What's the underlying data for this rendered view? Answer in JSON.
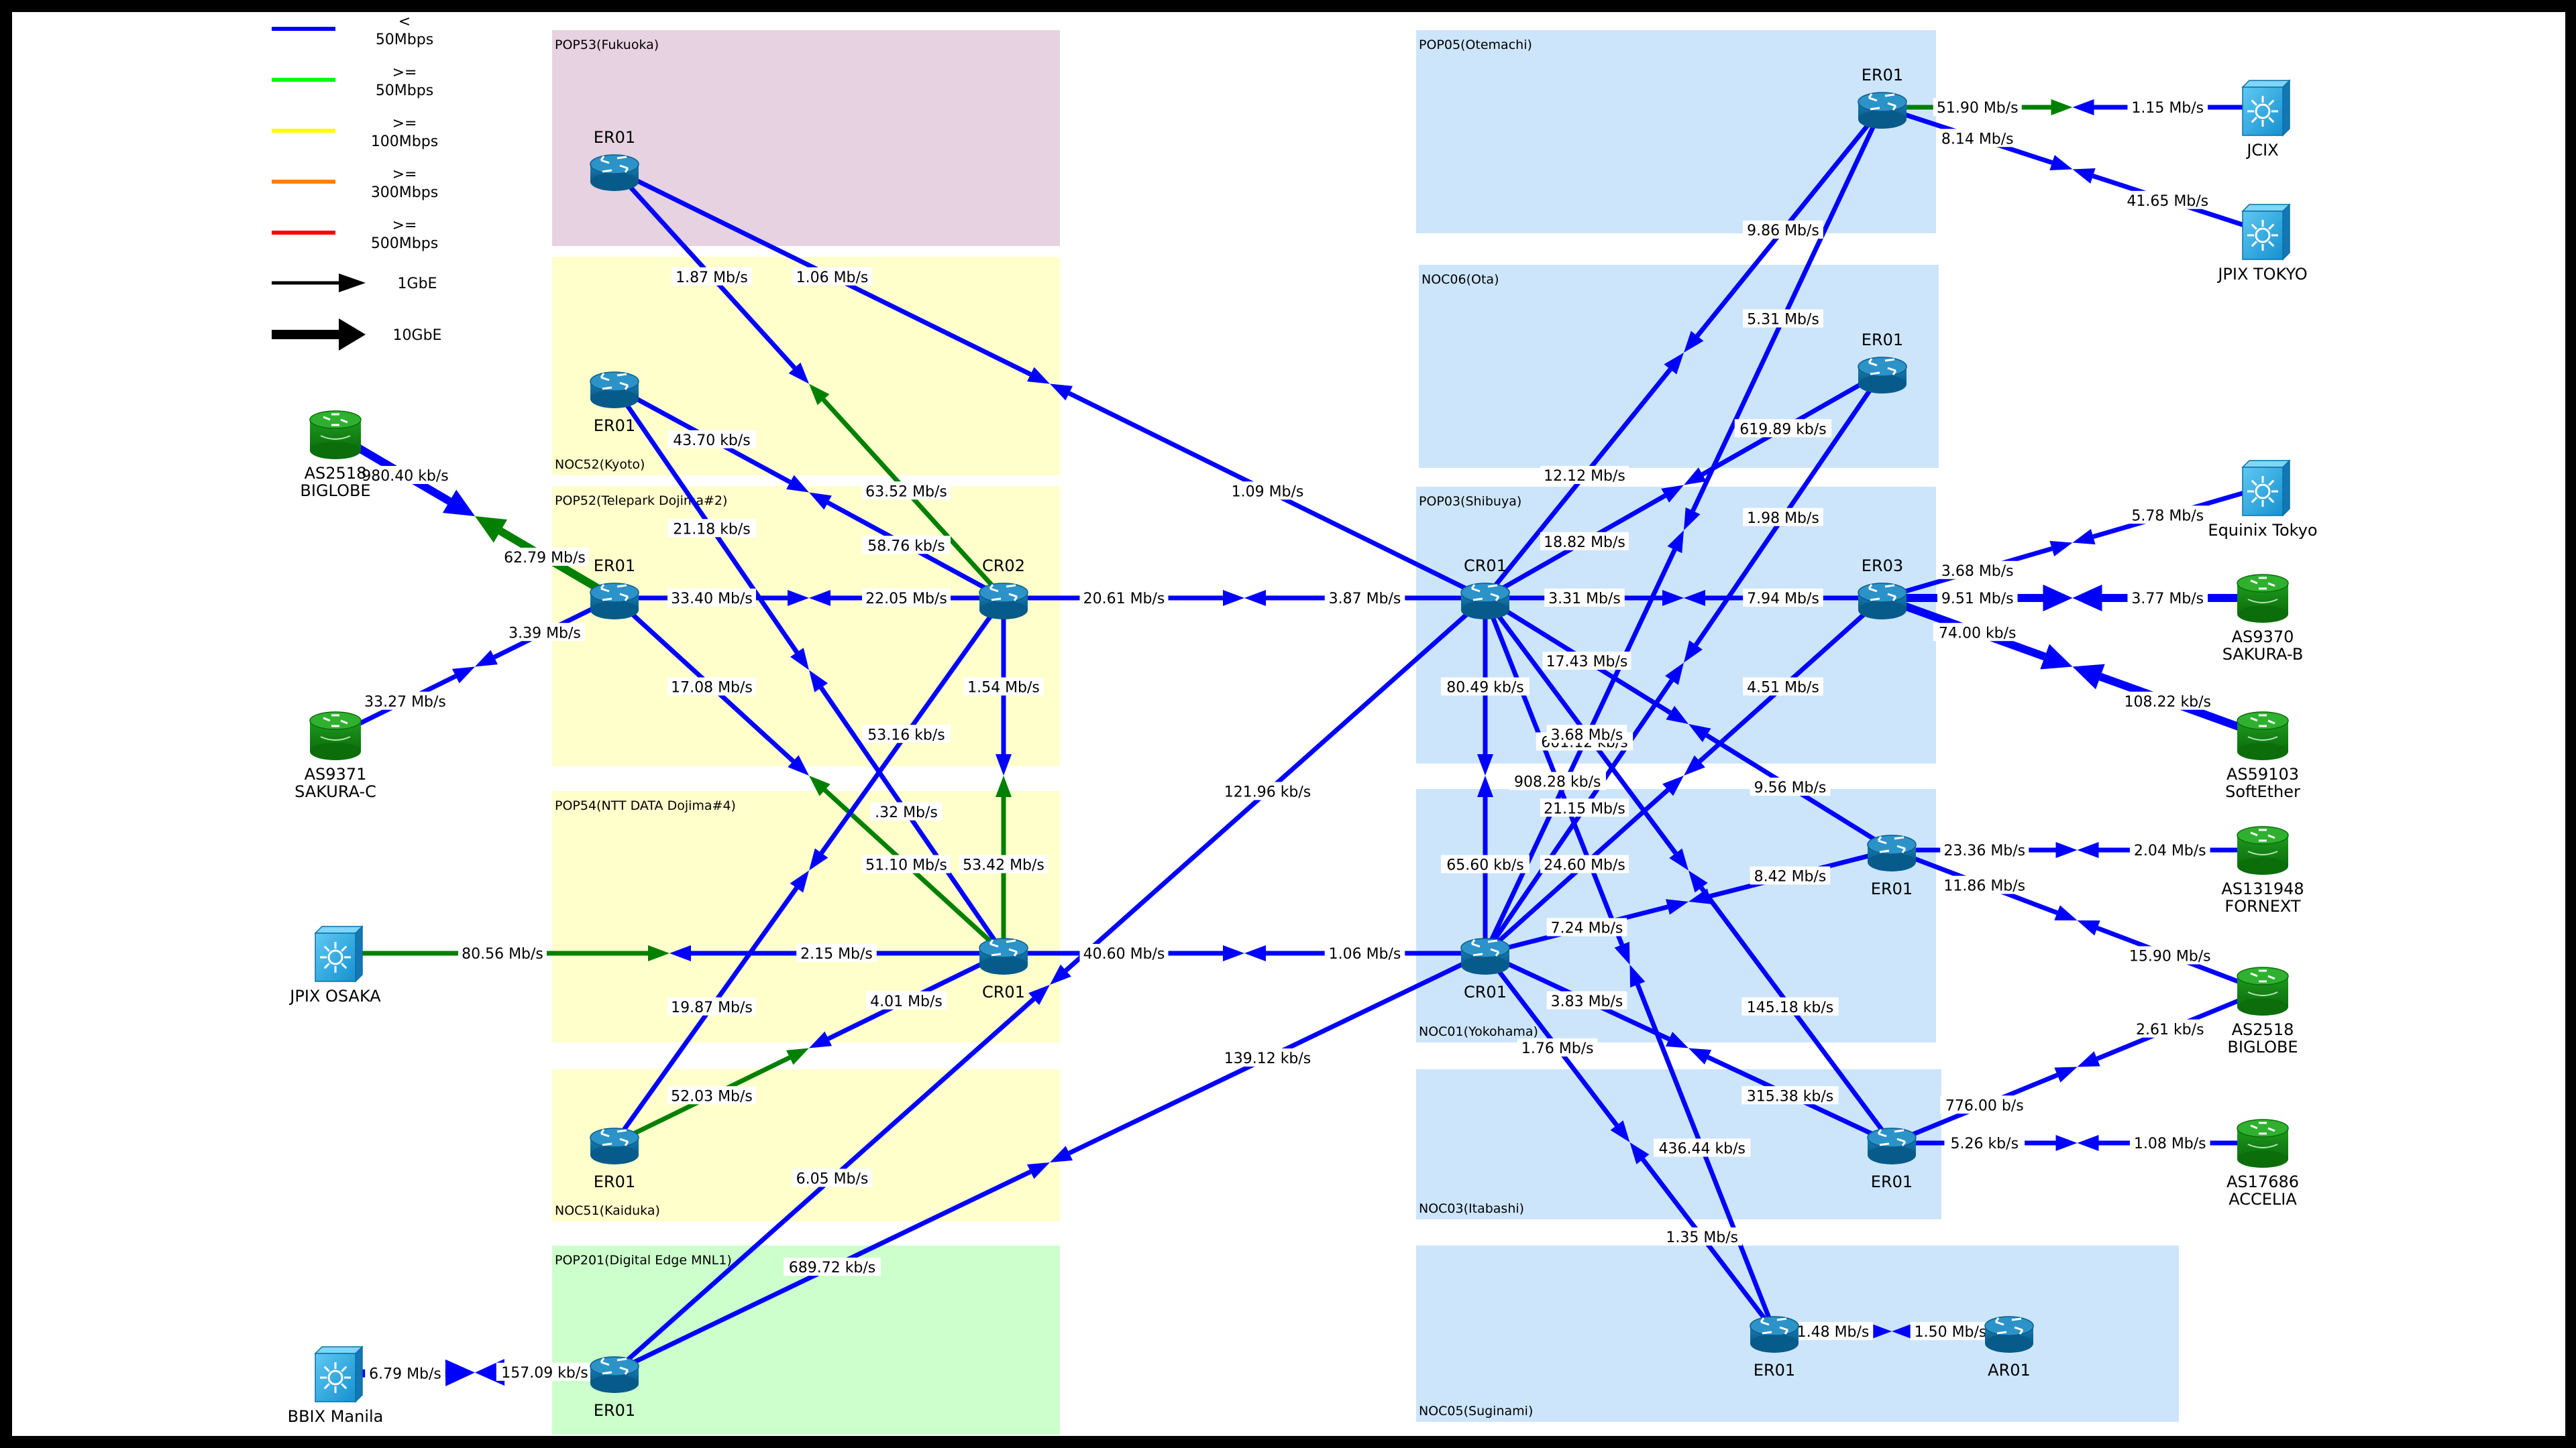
{
  "legend": {
    "items": [
      {
        "color": "#0000ff",
        "lines": [
          "<",
          "50Mbps"
        ]
      },
      {
        "color": "#00ff00",
        "lines": [
          ">=",
          "50Mbps"
        ]
      },
      {
        "color": "#ffff00",
        "lines": [
          ">=",
          "100Mbps"
        ]
      },
      {
        "color": "#ff8000",
        "lines": [
          ">=",
          "300Mbps"
        ]
      },
      {
        "color": "#ff0000",
        "lines": [
          ">=",
          "500Mbps"
        ]
      }
    ],
    "speed_items": [
      {
        "label": "1GbE"
      },
      {
        "label": "10GbE"
      }
    ]
  },
  "zones": [
    {
      "id": "pop53",
      "label": "POP53(Fukuoka)",
      "color": "#e6d2e0"
    },
    {
      "id": "noc52",
      "label": "NOC52(Kyoto)",
      "color": "#ffffcc"
    },
    {
      "id": "pop52",
      "label": "POP52(Telepark Dojima#2)",
      "color": "#ffffcc"
    },
    {
      "id": "pop54",
      "label": "POP54(NTT DATA Dojima#4)",
      "color": "#ffffcc"
    },
    {
      "id": "noc51",
      "label": "NOC51(Kaiduka)",
      "color": "#ffffcc"
    },
    {
      "id": "pop201",
      "label": "POP201(Digital Edge MNL1)",
      "color": "#ccffcc"
    },
    {
      "id": "pop05",
      "label": "POP05(Otemachi)",
      "color": "#cce5fb"
    },
    {
      "id": "noc06",
      "label": "NOC06(Ota)",
      "color": "#cce5fb"
    },
    {
      "id": "pop03",
      "label": "POP03(Shibuya)",
      "color": "#cce5fb"
    },
    {
      "id": "noc01",
      "label": "NOC01(Yokohama)",
      "color": "#cce5fb"
    },
    {
      "id": "noc03",
      "label": "NOC03(Itabashi)",
      "color": "#cce5fb"
    },
    {
      "id": "noc05",
      "label": "NOC05(Suginami)",
      "color": "#cce5fb"
    }
  ],
  "nodes": [
    {
      "id": "fuk_er01",
      "kind": "router",
      "label": [
        "ER01"
      ],
      "label_pos": "top"
    },
    {
      "id": "kyo_er01",
      "kind": "router",
      "label": [
        "ER01"
      ],
      "label_pos": "bottom"
    },
    {
      "id": "dj2_er01",
      "kind": "router",
      "label": [
        "ER01"
      ],
      "label_pos": "top"
    },
    {
      "id": "dj2_cr02",
      "kind": "router",
      "label": [
        "CR02"
      ],
      "label_pos": "top"
    },
    {
      "id": "dj4_cr01",
      "kind": "router",
      "label": [
        "CR01"
      ],
      "label_pos": "bottom"
    },
    {
      "id": "kai_er01",
      "kind": "router",
      "label": [
        "ER01"
      ],
      "label_pos": "bottom"
    },
    {
      "id": "mnl_er01",
      "kind": "router",
      "label": [
        "ER01"
      ],
      "label_pos": "bottom"
    },
    {
      "id": "as2518w",
      "kind": "cloud",
      "label": [
        "AS2518",
        "BIGLOBE"
      ],
      "label_pos": "bottom"
    },
    {
      "id": "as9371",
      "kind": "cloud",
      "label": [
        "AS9371",
        "SAKURA-C"
      ],
      "label_pos": "bottom"
    },
    {
      "id": "jpix_osaka",
      "kind": "switch",
      "label": [
        "JPIX OSAKA"
      ],
      "label_pos": "bottom"
    },
    {
      "id": "bbix",
      "kind": "switch",
      "label": [
        "BBIX Manila"
      ],
      "label_pos": "bottom"
    },
    {
      "id": "ote_er01",
      "kind": "router",
      "label": [
        "ER01"
      ],
      "label_pos": "top"
    },
    {
      "id": "ota_er01",
      "kind": "router",
      "label": [
        "ER01"
      ],
      "label_pos": "top"
    },
    {
      "id": "shi_cr01",
      "kind": "router",
      "label": [
        "CR01"
      ],
      "label_pos": "top"
    },
    {
      "id": "shi_er03",
      "kind": "router",
      "label": [
        "ER03"
      ],
      "label_pos": "top"
    },
    {
      "id": "yok_cr01",
      "kind": "router",
      "label": [
        "CR01"
      ],
      "label_pos": "bottom"
    },
    {
      "id": "yok_er01",
      "kind": "router",
      "label": [
        "ER01"
      ],
      "label_pos": "bottom"
    },
    {
      "id": "ita_er01",
      "kind": "router",
      "label": [
        "ER01"
      ],
      "label_pos": "bottom"
    },
    {
      "id": "sug_er01",
      "kind": "router",
      "label": [
        "ER01"
      ],
      "label_pos": "bottom"
    },
    {
      "id": "sug_ar01",
      "kind": "router",
      "label": [
        "AR01"
      ],
      "label_pos": "bottom"
    },
    {
      "id": "jcix",
      "kind": "switch",
      "label": [
        "JCIX"
      ],
      "label_pos": "bottom"
    },
    {
      "id": "jpix_tokyo",
      "kind": "switch",
      "label": [
        "JPIX TOKYO"
      ],
      "label_pos": "bottom"
    },
    {
      "id": "equinix",
      "kind": "switch",
      "label": [
        "Equinix Tokyo"
      ],
      "label_pos": "bottom"
    },
    {
      "id": "as9370",
      "kind": "cloud",
      "label": [
        "AS9370",
        "SAKURA-B"
      ],
      "label_pos": "bottom"
    },
    {
      "id": "as59103",
      "kind": "cloud",
      "label": [
        "AS59103",
        "SoftEther"
      ],
      "label_pos": "bottom"
    },
    {
      "id": "as131948",
      "kind": "cloud",
      "label": [
        "AS131948",
        "FORNEXT"
      ],
      "label_pos": "bottom"
    },
    {
      "id": "as2518e",
      "kind": "cloud",
      "label": [
        "AS2518",
        "BIGLOBE"
      ],
      "label_pos": "bottom"
    },
    {
      "id": "as17686",
      "kind": "cloud",
      "label": [
        "AS17686",
        "ACCELIA"
      ],
      "label_pos": "bottom"
    }
  ],
  "links": [
    {
      "a": "fuk_er01",
      "b": "dj2_cr02",
      "out": "1.87 Mb/s",
      "in": "63.52 Mb/s",
      "out_color": "#0000ff",
      "in_color": "#008000",
      "speed": "1GbE"
    },
    {
      "a": "fuk_er01",
      "b": "shi_cr01",
      "out": "1.06 Mb/s",
      "in": "1.09 Mb/s",
      "out_color": "#0000ff",
      "in_color": "#0000ff",
      "speed": "1GbE"
    },
    {
      "a": "kyo_er01",
      "b": "dj2_cr02",
      "out": "43.70 kb/s",
      "in": "58.76 kb/s",
      "out_color": "#0000ff",
      "in_color": "#0000ff",
      "speed": "1GbE"
    },
    {
      "a": "kyo_er01",
      "b": "dj4_cr01",
      "out": "21.18 kb/s",
      "in": ".32 Mb/s",
      "out_color": "#0000ff",
      "in_color": "#0000ff",
      "speed": "1GbE"
    },
    {
      "a": "as2518w",
      "b": "dj2_er01",
      "out": "980.40 kb/s",
      "in": "62.79 Mb/s",
      "out_color": "#0000ff",
      "in_color": "#008000",
      "speed": "10GbE"
    },
    {
      "a": "as9371",
      "b": "dj2_er01",
      "out": "33.27 Mb/s",
      "in": "3.39 Mb/s",
      "out_color": "#0000ff",
      "in_color": "#0000ff",
      "speed": "1GbE"
    },
    {
      "a": "dj2_er01",
      "b": "dj2_cr02",
      "out": "33.40 Mb/s",
      "in": "22.05 Mb/s",
      "out_color": "#0000ff",
      "in_color": "#0000ff",
      "speed": "1GbE"
    },
    {
      "a": "dj2_er01",
      "b": "dj4_cr01",
      "out": "17.08 Mb/s",
      "in": "51.10 Mb/s",
      "out_color": "#0000ff",
      "in_color": "#008000",
      "speed": "1GbE"
    },
    {
      "a": "dj2_cr02",
      "b": "dj4_cr01",
      "out": "1.54 Mb/s",
      "in": "53.42 Mb/s",
      "out_color": "#0000ff",
      "in_color": "#008000",
      "speed": "1GbE"
    },
    {
      "a": "dj2_cr02",
      "b": "kai_er01",
      "out": "53.16 kb/s",
      "in": "19.87 Mb/s",
      "out_color": "#0000ff",
      "in_color": "#0000ff",
      "speed": "1GbE"
    },
    {
      "a": "dj2_cr02",
      "b": "shi_cr01",
      "out": "20.61 Mb/s",
      "in": "3.87 Mb/s",
      "out_color": "#0000ff",
      "in_color": "#0000ff",
      "speed": "1GbE"
    },
    {
      "a": "jpix_osaka",
      "b": "dj4_cr01",
      "out": "80.56 Mb/s",
      "in": "2.15 Mb/s",
      "out_color": "#008000",
      "in_color": "#0000ff",
      "speed": "1GbE"
    },
    {
      "a": "kai_er01",
      "b": "dj4_cr01",
      "out": "52.03 Mb/s",
      "in": "4.01 Mb/s",
      "out_color": "#008000",
      "in_color": "#0000ff",
      "speed": "1GbE"
    },
    {
      "a": "dj4_cr01",
      "b": "yok_cr01",
      "out": "40.60 Mb/s",
      "in": "1.06 Mb/s",
      "out_color": "#0000ff",
      "in_color": "#0000ff",
      "speed": "1GbE"
    },
    {
      "a": "mnl_er01",
      "b": "shi_cr01",
      "out": "6.05 Mb/s",
      "in": "121.96 kb/s",
      "out_color": "#0000ff",
      "in_color": "#0000ff",
      "speed": "1GbE"
    },
    {
      "a": "mnl_er01",
      "b": "yok_cr01",
      "out": "689.72 kb/s",
      "in": "139.12 kb/s",
      "out_color": "#0000ff",
      "in_color": "#0000ff",
      "speed": "1GbE"
    },
    {
      "a": "bbix",
      "b": "mnl_er01",
      "out": "6.79 Mb/s",
      "in": "157.09 kb/s",
      "out_color": "#0000ff",
      "in_color": "#0000ff",
      "speed": "10GbE"
    },
    {
      "a": "ote_er01",
      "b": "jcix",
      "out": "51.90 Mb/s",
      "in": "1.15 Mb/s",
      "out_color": "#008000",
      "in_color": "#0000ff",
      "speed": "1GbE"
    },
    {
      "a": "ote_er01",
      "b": "jpix_tokyo",
      "out": "8.14 Mb/s",
      "in": "41.65 Mb/s",
      "out_color": "#0000ff",
      "in_color": "#0000ff",
      "speed": "1GbE"
    },
    {
      "a": "ote_er01",
      "b": "shi_cr01",
      "out": "9.86 Mb/s",
      "in": "12.12 Mb/s",
      "out_color": "#0000ff",
      "in_color": "#0000ff",
      "speed": "1GbE"
    },
    {
      "a": "ote_er01",
      "b": "yok_cr01",
      "out": "5.31 Mb/s",
      "in": "601.12 kb/s",
      "out_color": "#0000ff",
      "in_color": "#0000ff",
      "speed": "1GbE"
    },
    {
      "a": "ota_er01",
      "b": "shi_cr01",
      "out": "619.89 kb/s",
      "in": "18.82 Mb/s",
      "out_color": "#0000ff",
      "in_color": "#0000ff",
      "speed": "1GbE"
    },
    {
      "a": "ota_er01",
      "b": "yok_cr01",
      "out": "1.98 Mb/s",
      "in": "21.15 Mb/s",
      "out_color": "#0000ff",
      "in_color": "#0000ff",
      "speed": "1GbE"
    },
    {
      "a": "shi_cr01",
      "b": "shi_er03",
      "out": "3.31 Mb/s",
      "in": "7.94 Mb/s",
      "out_color": "#0000ff",
      "in_color": "#0000ff",
      "speed": "1GbE"
    },
    {
      "a": "shi_cr01",
      "b": "yok_er01",
      "out": "17.43 Mb/s",
      "in": "9.56 Mb/s",
      "out_color": "#0000ff",
      "in_color": "#0000ff",
      "speed": "1GbE"
    },
    {
      "a": "shi_cr01",
      "b": "ita_er01",
      "out": "3.68 Mb/s",
      "in": "145.18 kb/s",
      "out_color": "#0000ff",
      "in_color": "#0000ff",
      "speed": "1GbE"
    },
    {
      "a": "shi_cr01",
      "b": "sug_er01",
      "out": "908.28 kb/s",
      "in": "436.44 kb/s",
      "out_color": "#0000ff",
      "in_color": "#0000ff",
      "speed": "1GbE"
    },
    {
      "a": "shi_cr01",
      "b": "yok_cr01",
      "out": "80.49 kb/s",
      "in": "65.60 kb/s",
      "out_color": "#0000ff",
      "in_color": "#0000ff",
      "speed": "1GbE"
    },
    {
      "a": "shi_er03",
      "b": "yok_cr01",
      "out": "4.51 Mb/s",
      "in": "24.60 Mb/s",
      "out_color": "#0000ff",
      "in_color": "#0000ff",
      "speed": "1GbE"
    },
    {
      "a": "shi_er03",
      "b": "equinix",
      "out": "3.68 Mb/s",
      "in": "5.78 Mb/s",
      "out_color": "#0000ff",
      "in_color": "#0000ff",
      "speed": "1GbE"
    },
    {
      "a": "shi_er03",
      "b": "as9370",
      "out": "9.51 Mb/s",
      "in": "3.77 Mb/s",
      "out_color": "#0000ff",
      "in_color": "#0000ff",
      "speed": "10GbE"
    },
    {
      "a": "shi_er03",
      "b": "as59103",
      "out": "74.00 kb/s",
      "in": "108.22 kb/s",
      "out_color": "#0000ff",
      "in_color": "#0000ff",
      "speed": "10GbE"
    },
    {
      "a": "yok_cr01",
      "b": "yok_er01",
      "out": "7.24 Mb/s",
      "in": "8.42 Mb/s",
      "out_color": "#0000ff",
      "in_color": "#0000ff",
      "speed": "1GbE"
    },
    {
      "a": "yok_cr01",
      "b": "ita_er01",
      "out": "3.83 Mb/s",
      "in": "315.38 kb/s",
      "out_color": "#0000ff",
      "in_color": "#0000ff",
      "speed": "1GbE"
    },
    {
      "a": "yok_cr01",
      "b": "sug_er01",
      "out": "1.76 Mb/s",
      "in": "1.35 Mb/s",
      "out_color": "#0000ff",
      "in_color": "#0000ff",
      "speed": "1GbE"
    },
    {
      "a": "yok_er01",
      "b": "as131948",
      "out": "23.36 Mb/s",
      "in": "2.04 Mb/s",
      "out_color": "#0000ff",
      "in_color": "#0000ff",
      "speed": "1GbE"
    },
    {
      "a": "yok_er01",
      "b": "as2518e",
      "out": "11.86 Mb/s",
      "in": "15.90 Mb/s",
      "out_color": "#0000ff",
      "in_color": "#0000ff",
      "speed": "1GbE"
    },
    {
      "a": "ita_er01",
      "b": "as2518e",
      "out": "776.00 b/s",
      "in": "2.61 kb/s",
      "out_color": "#0000ff",
      "in_color": "#0000ff",
      "speed": "1GbE"
    },
    {
      "a": "ita_er01",
      "b": "as17686",
      "out": "5.26 kb/s",
      "in": "1.08 Mb/s",
      "out_color": "#0000ff",
      "in_color": "#0000ff",
      "speed": "1GbE"
    },
    {
      "a": "sug_er01",
      "b": "sug_ar01",
      "out": "1.48 Mb/s",
      "in": "1.50 Mb/s",
      "out_color": "#0000ff",
      "in_color": "#0000ff",
      "speed": "1GbE"
    }
  ]
}
